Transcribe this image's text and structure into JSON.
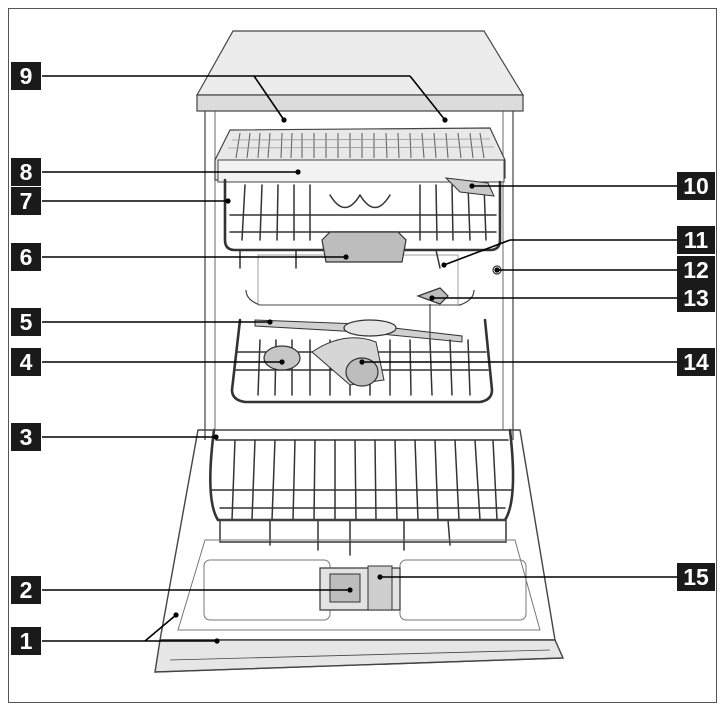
{
  "callouts": [
    {
      "id": "1",
      "label": "1"
    },
    {
      "id": "2",
      "label": "2"
    },
    {
      "id": "3",
      "label": "3"
    },
    {
      "id": "4",
      "label": "4"
    },
    {
      "id": "5",
      "label": "5"
    },
    {
      "id": "6",
      "label": "6"
    },
    {
      "id": "7",
      "label": "7"
    },
    {
      "id": "8",
      "label": "8"
    },
    {
      "id": "9",
      "label": "9"
    },
    {
      "id": "10",
      "label": "10"
    },
    {
      "id": "11",
      "label": "11"
    },
    {
      "id": "12",
      "label": "12"
    },
    {
      "id": "13",
      "label": "13"
    },
    {
      "id": "14",
      "label": "14"
    },
    {
      "id": "15",
      "label": "15"
    }
  ],
  "colors": {
    "callout_bg": "#1a1a1a",
    "callout_text": "#ffffff",
    "panel_grey": "#e6e6e6",
    "line": "#444444"
  }
}
